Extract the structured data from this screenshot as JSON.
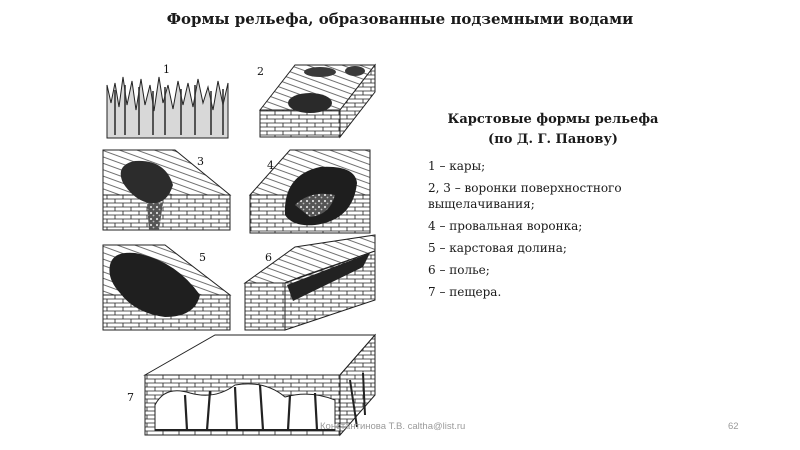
{
  "slide": {
    "title": "Формы рельефа, образованные подземными водами",
    "footer": "Константинова Т.В. caltha@list.ru",
    "page_number": "62"
  },
  "figure": {
    "labels": [
      "1",
      "2",
      "3",
      "4",
      "5",
      "6",
      "7"
    ]
  },
  "panel": {
    "heading_line1": "Карстовые формы рельефа",
    "heading_line2": "(по Д. Г. Панову)",
    "items": [
      "1 – кары;",
      "2, 3 – воронки поверхностного выщелачивания;",
      "4 – провальная воронка;",
      "5 – карстовая долина;",
      "6 – полье;",
      "7 – пещера."
    ]
  }
}
